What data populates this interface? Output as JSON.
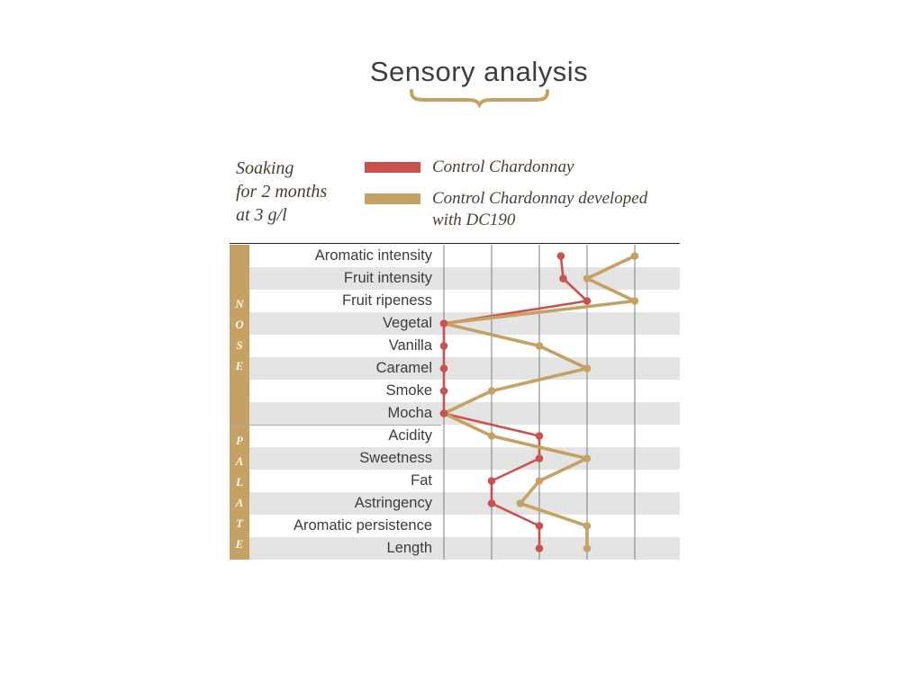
{
  "page_title": "Sensory analysis",
  "subtitle_note": "Soaking\nfor 2 months\nat 3 g/l",
  "legend": {
    "items": [
      {
        "label": "Control Chardonnay",
        "color": "#c9514e"
      },
      {
        "label": "Control Chardonnay developed\nwith DC190",
        "color": "#c5a163"
      }
    ]
  },
  "chart_data": {
    "type": "line",
    "orientation": "horizontal",
    "title": "Sensory analysis",
    "axis": {
      "min": 0,
      "max": 5,
      "gridline_values": [
        0,
        1,
        2,
        3,
        4
      ],
      "tick_labels_visible": false
    },
    "groups": [
      {
        "label": "NOSE",
        "category_count": 8
      },
      {
        "label": "PALATE",
        "category_count": 6
      }
    ],
    "categories": [
      "Aromatic intensity",
      "Fruit intensity",
      "Fruit ripeness",
      "Vegetal",
      "Vanilla",
      "Caramel",
      "Smoke",
      "Mocha",
      "Acidity",
      "Sweetness",
      "Fat",
      "Astringency",
      "Aromatic persistence",
      "Length"
    ],
    "series": [
      {
        "name": "Control Chardonnay",
        "color": "#c9514e",
        "values": [
          2.45,
          2.5,
          3,
          0,
          0,
          0,
          0,
          0,
          2,
          2,
          1,
          1,
          2,
          2
        ]
      },
      {
        "name": "Control Chardonnay developed with DC190",
        "color": "#c5a163",
        "values": [
          4,
          3,
          4,
          0,
          2,
          3,
          1,
          0,
          1,
          3,
          2,
          1.6,
          3,
          3
        ]
      }
    ],
    "row_stripe_color": "#e4e4e4",
    "band_color": "#c5a163",
    "gridline_color": "#7d7d7d"
  }
}
